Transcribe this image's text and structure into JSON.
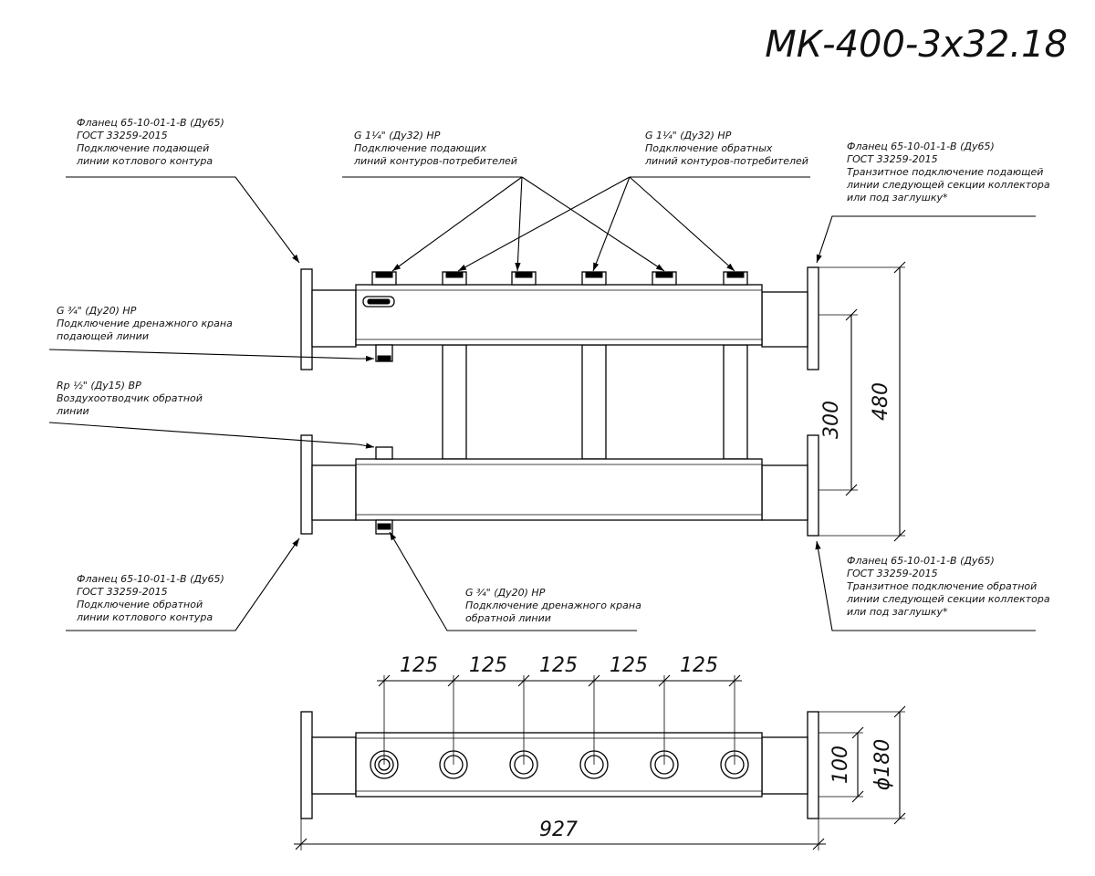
{
  "title": "МК-400-3х32.18",
  "callouts": {
    "supply_flange": [
      "Фланец 65-10-01-1-В (Ду65)",
      "ГОСТ 33259-2015",
      "Подключение подающей",
      "линии котлового контура"
    ],
    "supply_consumers": [
      "G 1¼\" (Ду32) НР",
      "Подключение подающих",
      "линий контуров-потребителей"
    ],
    "return_consumers": [
      "G 1¼\" (Ду32) НР",
      "Подключение обратных",
      "линий контуров-потребителей"
    ],
    "transit_supply": [
      "Фланец 65-10-01-1-В (Ду65)",
      "ГОСТ 33259-2015",
      "Транзитное подключение подающей",
      "линии следующей секции коллектора",
      "или под заглушку*"
    ],
    "drain_supply": [
      "G ¾\" (Ду20) НР",
      "Подключение дренажного крана",
      "подающей линии"
    ],
    "air_vent": [
      "Rp ½\" (Ду15) ВР",
      "Воздухоотводчик обратной",
      "линии"
    ],
    "return_flange": [
      "Фланец 65-10-01-1-В (Ду65)",
      "ГОСТ 33259-2015",
      "Подключение обратной",
      "линии котлового контура"
    ],
    "drain_return": [
      "G ¾\" (Ду20) НР",
      "Подключение дренажного крана",
      "обратной линии"
    ],
    "transit_return": [
      "Фланец 65-10-01-1-В (Ду65)",
      "ГОСТ 33259-2015",
      "Транзитное подключение обратной",
      "линии следующей секции коллектора",
      "или под заглушку*"
    ]
  },
  "dimensions": {
    "pitch": [
      "125",
      "125",
      "125",
      "125",
      "125"
    ],
    "total_length": "927",
    "axis_spacing": "300",
    "flange_height": "480",
    "body_height": "100",
    "flange_diameter": "ϕ180"
  }
}
